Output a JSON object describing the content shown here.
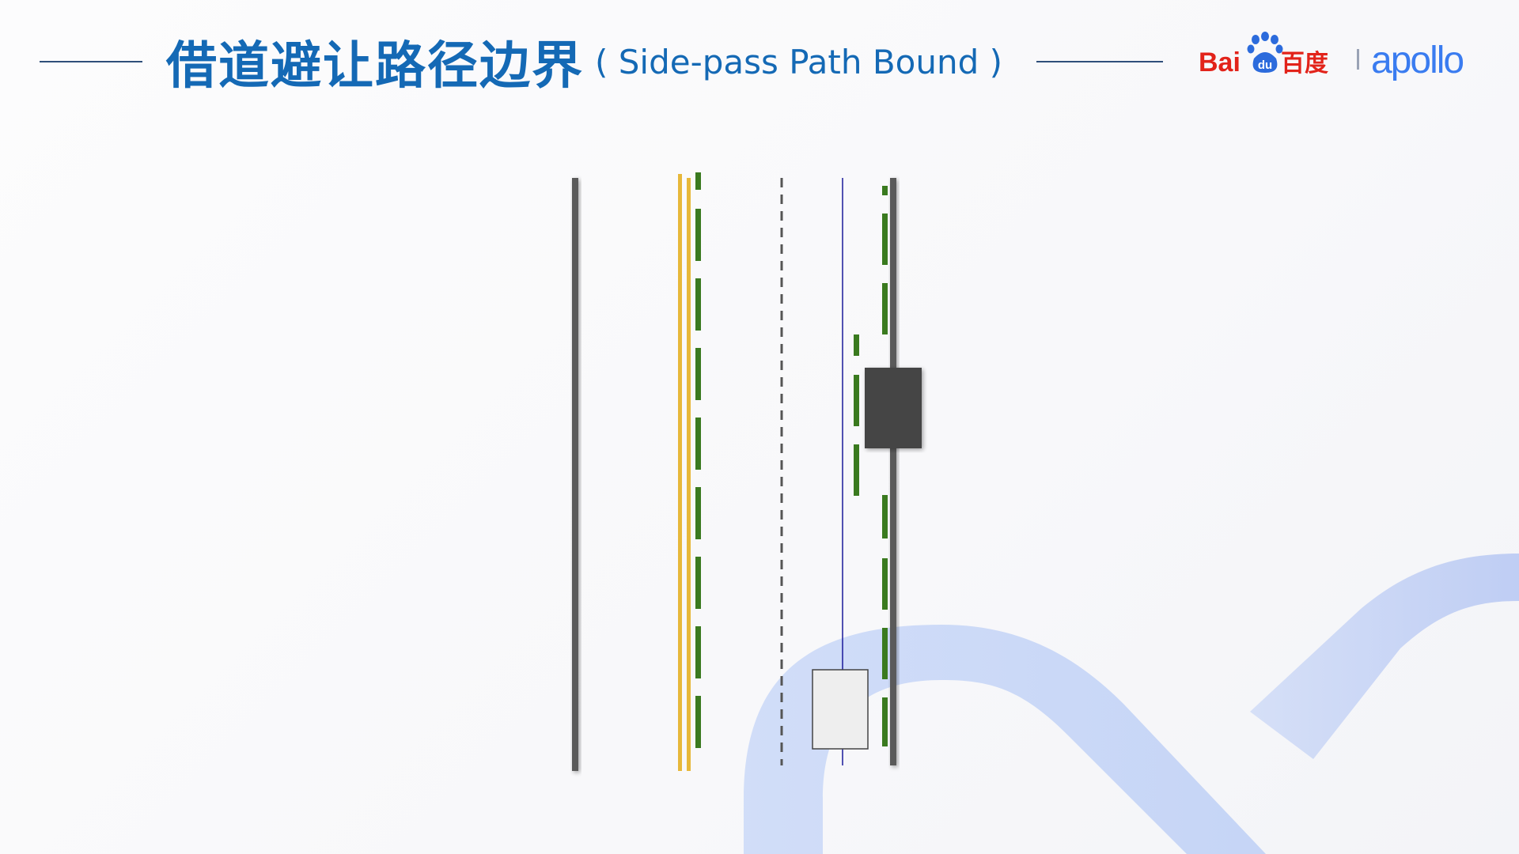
{
  "header": {
    "title_cn": "借道避让路径边界",
    "title_en": "( Side-pass Path Bound )"
  },
  "logo": {
    "baidu_text_left": "Bai",
    "baidu_text_du": "du",
    "baidu_text_cn": "百度",
    "apollo_text": "apollo"
  },
  "colors": {
    "title": "#1469b5",
    "baidu_red": "#e2231a",
    "baidu_blue": "#2c6bdc",
    "apollo_blue": "#3a7cf0",
    "road_edge": "#5a5a5a",
    "yellow_line": "#e7b83a",
    "green_bound": "#3a7a1f",
    "path_line": "#1a1a9a",
    "obstacle": "#444444",
    "ego_vehicle": "#eeeeee"
  },
  "diagram": {
    "elements": [
      "left-road-edge",
      "double-yellow-center-line",
      "left-path-bound",
      "lane-divider-dashed",
      "reference-path",
      "right-road-edge",
      "right-path-bound",
      "obstacle-vehicle",
      "ego-vehicle"
    ]
  }
}
